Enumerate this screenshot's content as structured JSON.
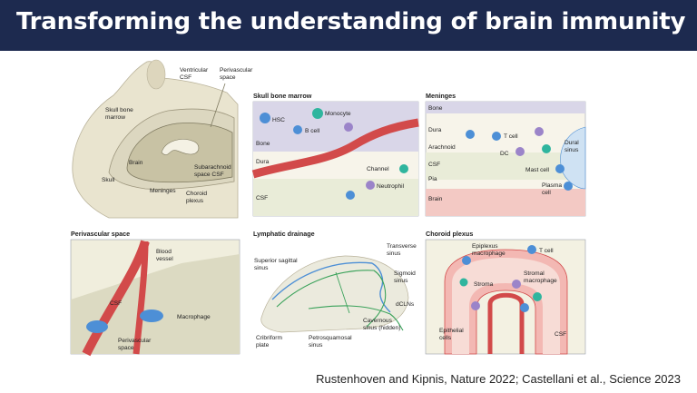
{
  "slide": {
    "title": "Transforming the understanding of brain immunity",
    "citation": "Rustenhoven and Kipnis, Nature 2022; Castellani et al., Science 2023"
  },
  "overview": {
    "labels": {
      "ventricular_csf": [
        "Ventricular",
        "CSF"
      ],
      "perivascular_space": [
        "Perivascular",
        "space"
      ],
      "skull_bone_marrow": [
        "Skull bone",
        "marrow"
      ],
      "brain": "Brain",
      "skull": "Skull",
      "meninges": "Meninges",
      "subarachnoid_csf": [
        "Subarachnoid",
        "space CSF"
      ],
      "choroid_plexus": [
        "Choroid",
        "plexus"
      ]
    }
  },
  "panels": {
    "skull_bone_marrow": {
      "title": "Skull bone marrow",
      "labels": {
        "hsc": "HSC",
        "monocyte": "Monocyte",
        "b_cell": "B cell",
        "bone": "Bone",
        "dura": "Dura",
        "channel": "Channel",
        "neutrophil": "Neutrophil",
        "csf": "CSF"
      }
    },
    "meninges": {
      "title": "Meninges",
      "labels": {
        "bone": "Bone",
        "dura": "Dura",
        "t_cell": "T cell",
        "arachnoid": "Arachnoid",
        "dc": "DC",
        "dural_sinus": [
          "Dural",
          "sinus"
        ],
        "csf": "CSF",
        "pia": "Pia",
        "mast_cell": "Mast cell",
        "plasma_cell": [
          "Plasma",
          "cell"
        ],
        "brain": "Brain"
      }
    },
    "perivascular_space": {
      "title": "Perivascular space",
      "labels": {
        "blood_vessel": [
          "Blood",
          "vessel"
        ],
        "csf": "CSF",
        "macrophage": "Macrophage",
        "perivascular_space": [
          "Perivascular",
          "space"
        ]
      }
    },
    "lymphatic_drainage": {
      "title": "Lymphatic drainage",
      "labels": {
        "transverse_sinus": [
          "Transverse",
          "sinus"
        ],
        "superior_sagittal_sinus": [
          "Superior sagittal",
          "sinus"
        ],
        "sigmoid_sinus": [
          "Sigmoid",
          "sinus"
        ],
        "dclns": "dCLNs",
        "cavernous_sinus": [
          "Cavernous",
          "sinus (hidden)"
        ],
        "cribriform_plate": [
          "Cribriform",
          "plate"
        ],
        "petrosquamosal_sinus": [
          "Petrosquamosal",
          "sinus"
        ]
      }
    },
    "choroid_plexus": {
      "title": "Choroid plexus",
      "labels": {
        "epiplexus_macrophage": [
          "Epiplexus",
          "macrophage"
        ],
        "t_cell": "T cell",
        "stroma": "Stroma",
        "stromal_macrophage": [
          "Stromal",
          "macrophage"
        ],
        "epithelial_cells": [
          "Epithelial",
          "cells"
        ],
        "csf": "CSF"
      }
    }
  },
  "colors": {
    "title_bar": "#1d2a4f",
    "bone": "#d9d6e8",
    "vessel": "#d24a4a",
    "csf": "#e9ecd8",
    "brain_tissue": "#f3c9c4",
    "cell_blue": "#4d8fd6",
    "cell_teal": "#2fb59e",
    "cell_purple": "#9b84c9",
    "lymphatic": "#3aa25a"
  }
}
